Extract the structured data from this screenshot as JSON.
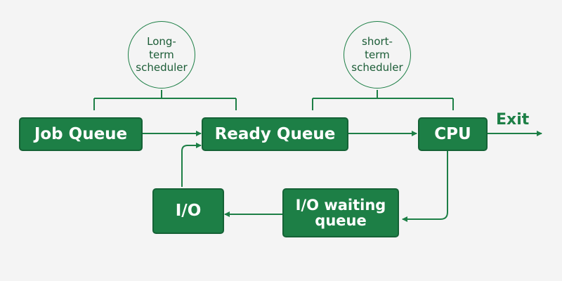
{
  "diagram": {
    "schedulers": {
      "long_term": "Long-\nterm\nscheduler",
      "short_term": "short-\nterm\nscheduler"
    },
    "nodes": {
      "job_queue": "Job Queue",
      "ready_queue": "Ready Queue",
      "cpu": "CPU",
      "io": "I/O",
      "io_waiting_queue": "I/O waiting\nqueue"
    },
    "exit_label": "Exit",
    "colors": {
      "box_fill": "#1d7f46",
      "line": "#1d7f46",
      "text_on_box": "#ffffff",
      "background": "#f4f4f4"
    }
  }
}
